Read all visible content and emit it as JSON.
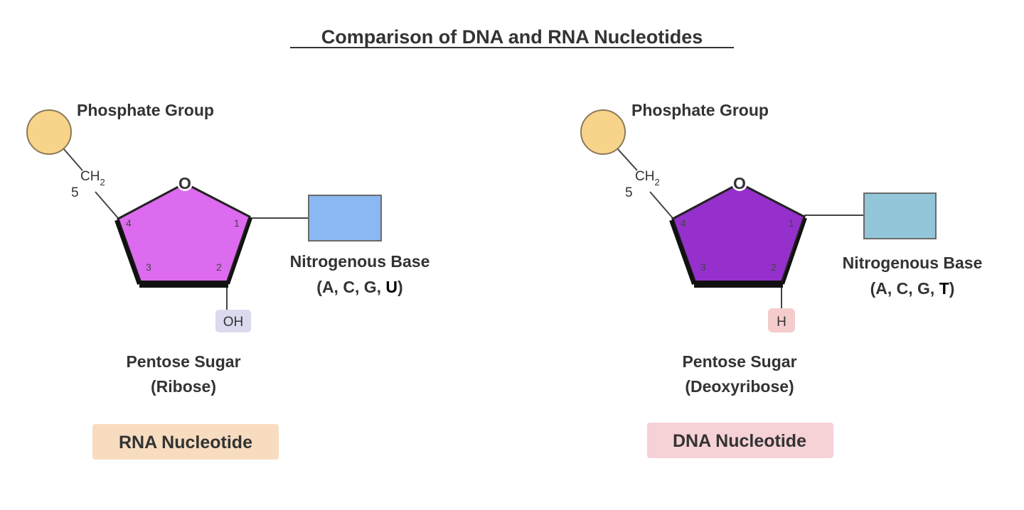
{
  "title": "Comparison of DNA and RNA Nucleotides",
  "colors": {
    "phosphate": "#f8d38a",
    "phosphate_stroke": "#8a7a5a",
    "ribose": "#dd6bef",
    "deoxyribose": "#9530cc",
    "base_rna": "#8ab8f2",
    "base_dna": "#93c6d8",
    "rna_badge": "#f7dcc0",
    "dna_badge": "#f6d1d6",
    "oh_highlight": "#dad9ee",
    "h_highlight": "#f5cccc",
    "bond": "#444444"
  },
  "rna": {
    "phosphate_label": "Phosphate Group",
    "ch2": "CH",
    "ch2_sub": "2",
    "carbon5": "5",
    "ring_oxygen": "O",
    "carbons": [
      "1",
      "2",
      "3",
      "4"
    ],
    "base_label": "Nitrogenous Base",
    "base_list_prefix": "(A, C, G, ",
    "base_list_key": "U",
    "base_list_suffix": ")",
    "substituent": "OH",
    "sugar_label": "Pentose Sugar",
    "sugar_name": "(Ribose)",
    "badge": "RNA Nucleotide"
  },
  "dna": {
    "phosphate_label": "Phosphate Group",
    "ch2": "CH",
    "ch2_sub": "2",
    "carbon5": "5",
    "ring_oxygen": "O",
    "carbons": [
      "1",
      "2",
      "3",
      "4"
    ],
    "base_label": "Nitrogenous Base",
    "base_list_prefix": "(A, C, G, ",
    "base_list_key": "T",
    "base_list_suffix": ")",
    "substituent": "H",
    "sugar_label": "Pentose Sugar",
    "sugar_name": "(Deoxyribose)",
    "badge": "DNA Nucleotide"
  }
}
